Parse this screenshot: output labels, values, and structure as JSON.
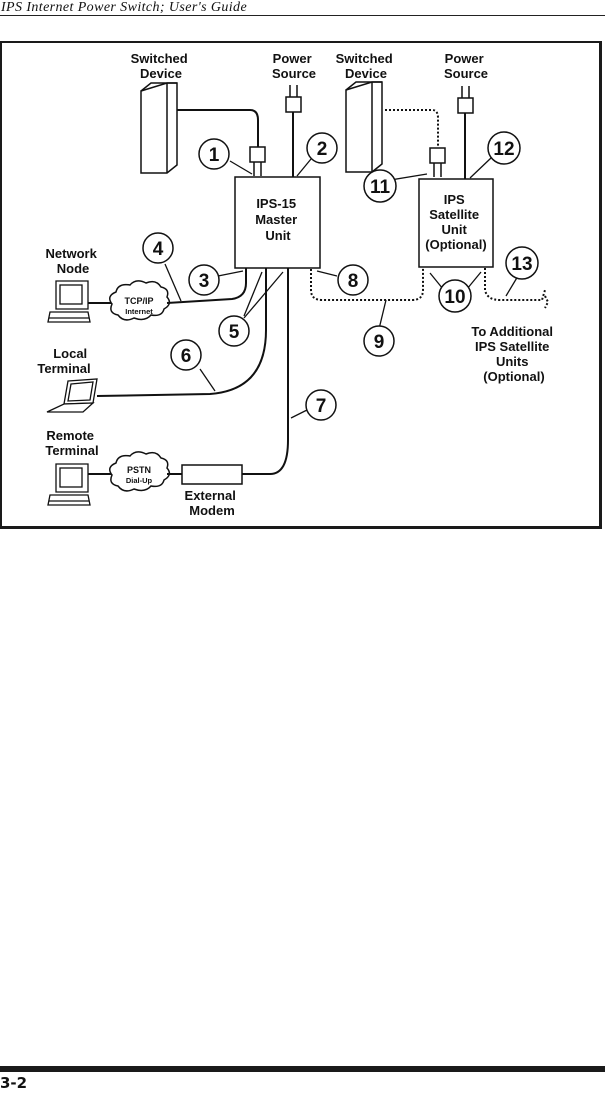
{
  "header": {
    "title": "IPS Internet Power Switch; User's Guide"
  },
  "diagram": {
    "labels": {
      "switched_device_1": [
        "Switched",
        "Device"
      ],
      "power_source_1": [
        "Power",
        "Source"
      ],
      "switched_device_2": [
        "Switched",
        "Device"
      ],
      "power_source_2": [
        "Power",
        "Source"
      ],
      "master_unit": [
        "IPS-15",
        "Master",
        "Unit"
      ],
      "satellite_unit": [
        "IPS",
        "Satellite",
        "Unit",
        "(Optional)"
      ],
      "network_node": [
        "Network",
        "Node"
      ],
      "local_terminal": [
        "Local",
        "Terminal"
      ],
      "remote_terminal": [
        "Remote",
        "Terminal"
      ],
      "tcpip_cloud": [
        "TCP/IP",
        "Internet"
      ],
      "pstn_cloud": [
        "PSTN",
        "Dial-Up"
      ],
      "external_modem": [
        "External",
        "Modem"
      ],
      "additional_units": [
        "To Additional",
        "IPS Satellite",
        "Units",
        "(Optional)"
      ]
    },
    "callouts": [
      "1",
      "2",
      "3",
      "4",
      "5",
      "6",
      "7",
      "8",
      "9",
      "10",
      "11",
      "12",
      "13"
    ]
  },
  "footer": {
    "page_number": "3-2"
  }
}
